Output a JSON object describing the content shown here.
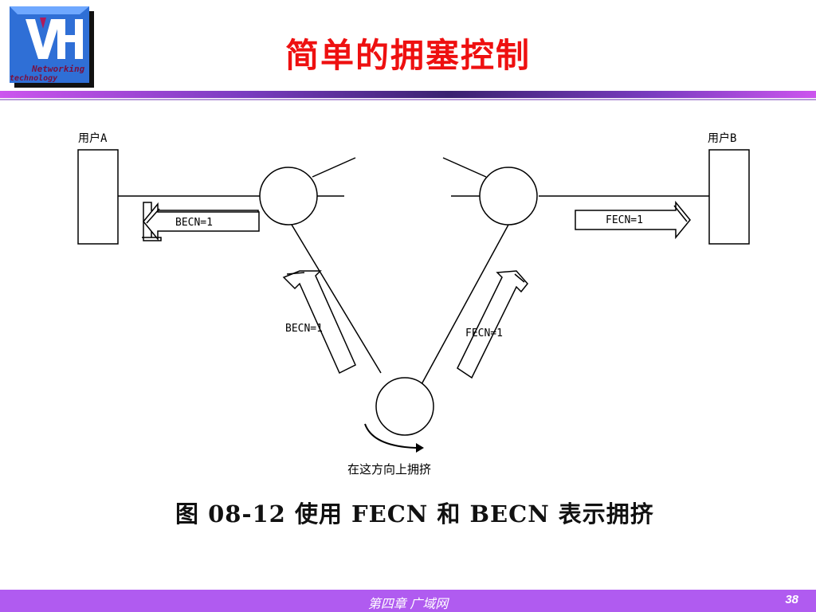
{
  "logo": {
    "letters": "VH",
    "line1": "Networking",
    "line2": "technology"
  },
  "title": "简单的拥塞控制",
  "diagram": {
    "user_a": "用户A",
    "user_b": "用户B",
    "arrow_top_left": "BECN=1",
    "arrow_top_right": "FECN=1",
    "arrow_diag_left": "BECN=1",
    "arrow_diag_right": "FECN=1",
    "congestion_note": "在这方向上拥挤"
  },
  "caption": "图 08-12  使用 FECN 和 BECN 表示拥挤",
  "footer": {
    "chapter": "第四章  广域网",
    "page": "38"
  },
  "colors": {
    "title": "#ee1010",
    "footer_bg": "#b05bf0",
    "logo_bg": "#2f6fd6",
    "rule_dark": "#3a2270"
  }
}
